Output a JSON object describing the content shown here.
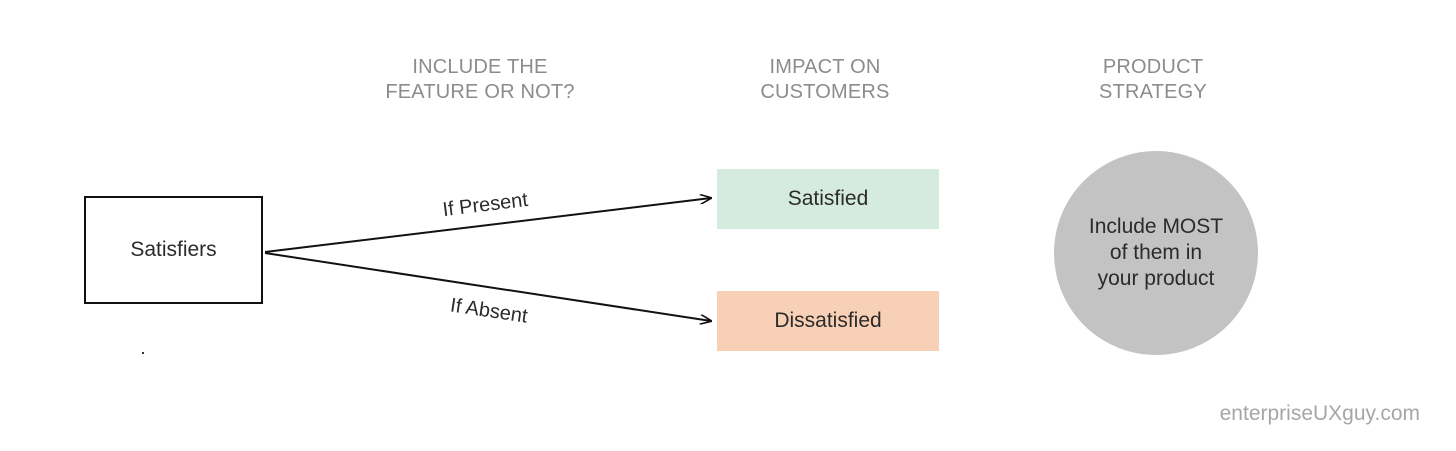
{
  "headers": {
    "include": [
      "INCLUDE THE",
      "FEATURE OR NOT?"
    ],
    "impact": [
      "IMPACT ON",
      "CUSTOMERS"
    ],
    "strategy": [
      "PRODUCT",
      "STRATEGY"
    ]
  },
  "source": {
    "label": "Satisfiers"
  },
  "edges": {
    "present": "If Present",
    "absent": "If Absent"
  },
  "outcomes": {
    "satisfied": {
      "label": "Satisfied",
      "color": "#d5ebdf"
    },
    "dissatisfied": {
      "label": "Dissatisfied",
      "color": "#f8d0b6"
    }
  },
  "strategy": {
    "lines": [
      "Include MOST",
      "of them in",
      "your product"
    ],
    "color": "#c3c3c3"
  },
  "watermark": "enterpriseUXguy.com"
}
